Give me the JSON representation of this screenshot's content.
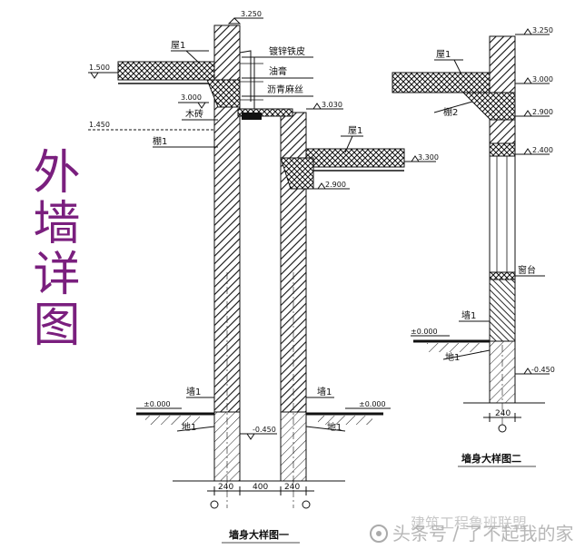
{
  "title": "外墙详图",
  "watermark": "头条号 / 了不起我的家",
  "watermark_bg": "建筑工程鲁班联盟",
  "colors": {
    "title": "#7a1f7e",
    "line": "#111111",
    "watermark": "#aaaaaa"
  },
  "drawing1": {
    "caption": "墙身大样图一",
    "labels": {
      "wu1_left": "屋1",
      "wu1_right": "屋1",
      "zinc": "镀锌铁皮",
      "oil": "油膏",
      "asphalt": "沥青麻丝",
      "wood": "木砖",
      "peng1": "棚1",
      "qiang1_left": "墙1",
      "qiang1_right": "墙1",
      "di1_left": "地1",
      "di1_right": "地1"
    },
    "elevations": {
      "top": "3.250",
      "eave": "1.500",
      "wood_level": "3.000",
      "inner_top": "3.030",
      "ceiling": "1.450",
      "right_roof": "3.300",
      "right_beam": "2.900",
      "ground_left": "±0.000",
      "ground_right": "±0.000",
      "foundation": "-0.450"
    },
    "dims": {
      "left": "240",
      "mid": "400",
      "right": "240"
    }
  },
  "drawing2": {
    "caption": "墙身大样图二",
    "labels": {
      "wu1": "屋1",
      "peng2": "棚2",
      "sill": "窗台",
      "qiang1": "墙1",
      "di1": "地1"
    },
    "elevations": {
      "top": "3.250",
      "roof": "3.000",
      "beam": "2.900",
      "window_top": "2.400",
      "ground": "±0.000",
      "foundation": "-0.450"
    },
    "dims": {
      "wall": "240"
    }
  }
}
